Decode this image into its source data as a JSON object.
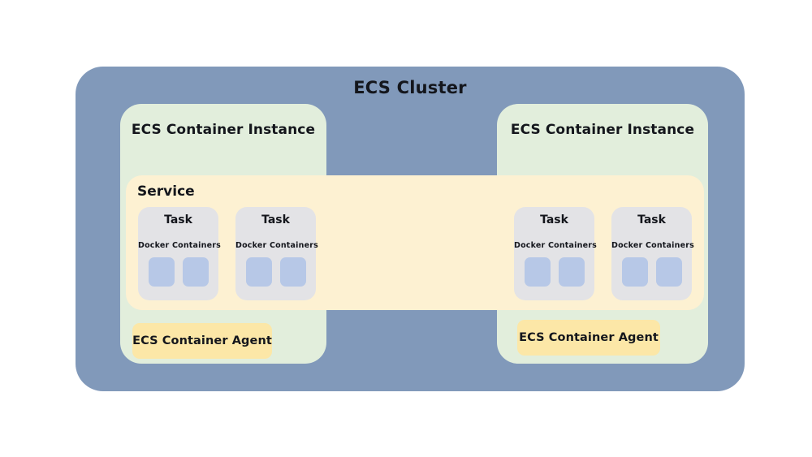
{
  "diagram": {
    "title": "ECS Cluster",
    "colors": {
      "cluster_bg": "#8199ba",
      "instance_bg": "#e2eedc",
      "service_bg": "#fdf1d2",
      "task_bg": "#e3e3e6",
      "docker_container_bg": "#b7c8e7",
      "agent_bg": "#fce7a7",
      "text": "#14161c",
      "page_bg": "#ffffff"
    },
    "service": {
      "label": "Service",
      "tasks": [
        {
          "label": "Task",
          "docker_label": "Docker Containers",
          "containers": [
            "container",
            "container"
          ]
        },
        {
          "label": "Task",
          "docker_label": "Docker Containers",
          "containers": [
            "container",
            "container"
          ]
        },
        {
          "label": "Task",
          "docker_label": "Docker Containers",
          "containers": [
            "container",
            "container"
          ]
        },
        {
          "label": "Task",
          "docker_label": "Docker Containers",
          "containers": [
            "container",
            "container"
          ]
        }
      ]
    },
    "instances": [
      {
        "label": "ECS Container Instance",
        "agent_label": "ECS Container Agent"
      },
      {
        "label": "ECS Container Instance",
        "agent_label": "ECS Container Agent"
      }
    ]
  }
}
